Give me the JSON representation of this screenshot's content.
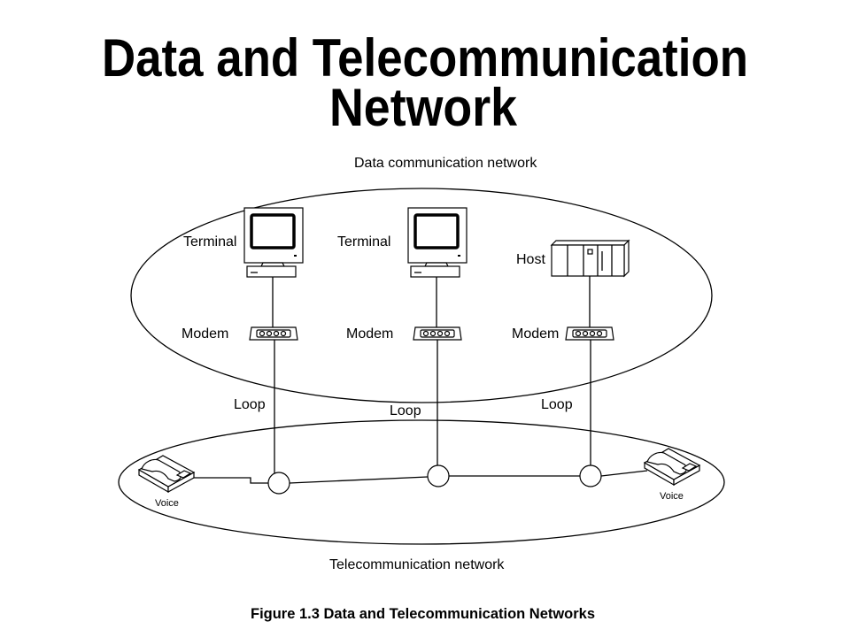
{
  "slide": {
    "title_line1": "Data and Telecommunication",
    "title_line2": "Network"
  },
  "diagram": {
    "data_network": {
      "label": "Data communication network"
    },
    "terminals": [
      {
        "label": "Terminal",
        "icon": "computer-terminal-icon"
      },
      {
        "label": "Terminal",
        "icon": "computer-terminal-icon"
      }
    ],
    "host": {
      "label": "Host",
      "icon": "server-host-icon"
    },
    "modems": [
      {
        "label": "Modem",
        "icon": "modem-icon"
      },
      {
        "label": "Modem",
        "icon": "modem-icon"
      },
      {
        "label": "Modem",
        "icon": "modem-icon"
      }
    ],
    "loops": [
      {
        "label": "Loop"
      },
      {
        "label": "Loop"
      },
      {
        "label": "Loop"
      }
    ],
    "switches": [
      {
        "icon": "switch-node-icon"
      },
      {
        "icon": "switch-node-icon"
      },
      {
        "icon": "switch-node-icon"
      }
    ],
    "telephones": [
      {
        "label": "Voice",
        "icon": "telephone-icon"
      },
      {
        "label": "Voice",
        "icon": "telephone-icon"
      }
    ],
    "telecom_network": {
      "label": "Telecommunication network"
    }
  },
  "caption": "Figure 1.3 Data and Telecommunication Networks",
  "colors": {
    "background": "#ffffff",
    "ink": "#000000"
  }
}
